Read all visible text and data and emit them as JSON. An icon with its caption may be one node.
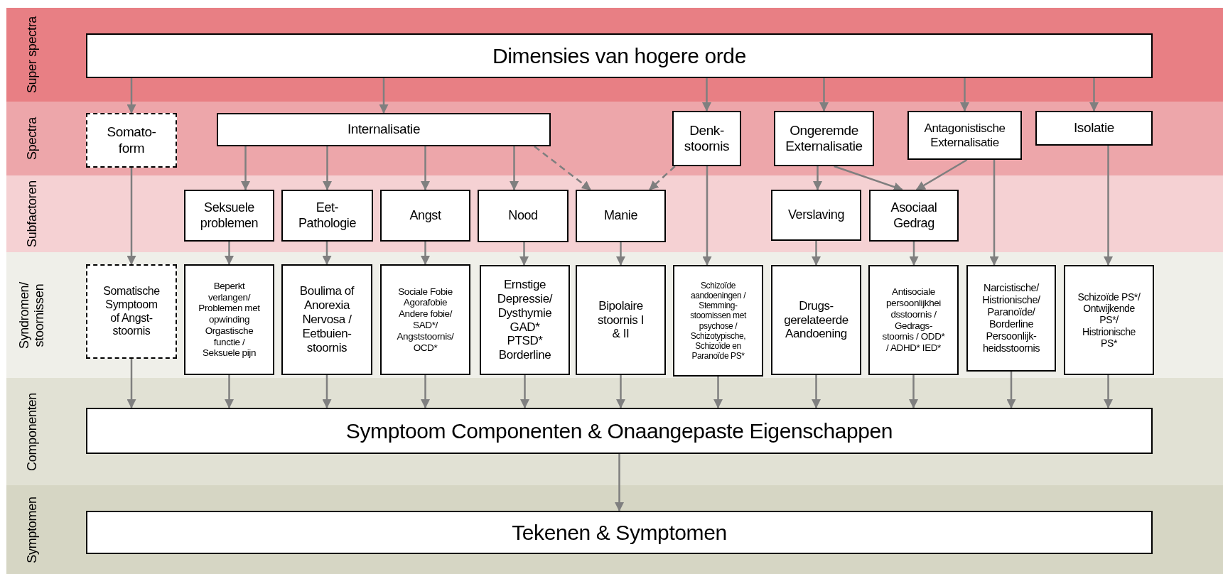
{
  "diagram": {
    "nodes": [
      {
        "text": [
          "Super spectra"
        ]
      },
      {
        "text": [
          "Dimensies van hogere orde"
        ],
        "in": 0
      },
      {
        "text": [
          "Spectra"
        ]
      },
      {
        "text": [
          "Somato- form"
        ],
        "in": 2
      },
      {
        "text": [
          "Internalisatie"
        ],
        "in": 2
      },
      {
        "text": [
          "Denk- stoornis"
        ],
        "in": 2
      },
      {
        "text": [
          "Ongeremde Externalisatie"
        ],
        "in": 2
      },
      {
        "text": [
          "Antagonistische Externalisatie"
        ],
        "in": 2
      },
      {
        "text": [
          "Isolatie"
        ],
        "in": 2
      },
      {
        "text": [
          "Subfactoren"
        ]
      },
      {
        "text": [
          "Seksuele problemen"
        ],
        "in": 9
      },
      {
        "text": [
          "Eet- Pathologie"
        ],
        "in": 9
      },
      {
        "text": [
          "Angst"
        ],
        "in": 9
      },
      {
        "text": [
          "Nood"
        ],
        "in": 9
      },
      {
        "text": [
          "Manie"
        ],
        "in": 9
      },
      {
        "text": [
          "Verslaving"
        ],
        "in": 9
      },
      {
        "text": [
          "Asociaal Gedrag"
        ],
        "in": 9
      },
      {
        "text": [
          "Syndromen/ stoornissen"
        ]
      },
      {
        "text": [
          "Somatische Symptoom of Angst- stoornis"
        ],
        "in": 17
      },
      {
        "text": [
          "Beperkt verlangen/ Problemen met opwinding Orgastische functie / Seksuele pijn"
        ],
        "in": 17
      },
      {
        "text": [
          "Boulima of Anorexia Nervosa / Eetbuien- stoornis"
        ],
        "in": 17
      },
      {
        "text": [
          "Sociale Fobie Agorafobie Andere fobie/ SAD*/ Angststoornis/ OCD*"
        ],
        "in": 17
      },
      {
        "text": [
          "Ernstige Depressie/ Dysthymie GAD* PTSD* Borderline"
        ],
        "in": 17
      },
      {
        "text": [
          "Bipolaire stoornis I & II"
        ],
        "in": 17
      },
      {
        "text": [
          "Schizoïde aandoeningen / Stemming- stoornissen met psychose / Schizotypische, Schizoïde en Paranoïde PS*"
        ],
        "in": 17
      },
      {
        "text": [
          "Drugs- gerelateerde Aandoening"
        ],
        "in": 17
      },
      {
        "text": [
          "Antisociale persoonlijkhei dsstoornis / Gedrags- stoornis / ODD* / ADHD* IED*"
        ],
        "in": 17
      },
      {
        "text": [
          "Narcistische/ Histrionische/ Paranoïde/ Borderline Persoonlijk- heidsstoornis"
        ],
        "in": 17
      },
      {
        "text": [
          "Schizoïde PS*/ Ontwijkende PS*/ Histrionische PS*"
        ],
        "in": 17
      },
      {
        "text": [
          "Componenten"
        ]
      },
      {
        "text": [
          "Symptoom Componenten & Onaangepaste Eigenschappen"
        ],
        "in": 29
      },
      {
        "text": [
          "Symptomen"
        ]
      },
      {
        "text": [
          "Tekenen & Symptomen"
        ],
        "in": 31
      }
    ],
    "edges": [
      {
        "from": 1,
        "to": 3,
        "arrow": "to"
      },
      {
        "from": 1,
        "to": 4,
        "arrow": "to"
      },
      {
        "from": 1,
        "to": 5,
        "arrow": "to"
      },
      {
        "from": 1,
        "to": 6,
        "arrow": "to"
      },
      {
        "from": 1,
        "to": 7,
        "arrow": "to"
      },
      {
        "from": 1,
        "to": 8,
        "arrow": "to"
      },
      {
        "from": 3,
        "to": 18,
        "arrow": "to"
      },
      {
        "from": 4,
        "to": 10,
        "arrow": "to"
      },
      {
        "from": 4,
        "to": 11,
        "arrow": "to"
      },
      {
        "from": 4,
        "to": 12,
        "arrow": "to"
      },
      {
        "from": 4,
        "to": 13,
        "arrow": "to"
      },
      {
        "from": 4,
        "to": 14,
        "arrow": "to",
        "style": "dashed"
      },
      {
        "from": 5,
        "to": 14,
        "arrow": "to",
        "style": "dashed"
      },
      {
        "from": 5,
        "to": 24,
        "arrow": "to"
      },
      {
        "from": 6,
        "to": 15,
        "arrow": "to"
      },
      {
        "from": 6,
        "to": 16,
        "arrow": "to"
      },
      {
        "from": 7,
        "to": 16,
        "arrow": "to"
      },
      {
        "from": 7,
        "to": 27,
        "arrow": "to"
      },
      {
        "from": 8,
        "to": 28,
        "arrow": "to"
      },
      {
        "from": 10,
        "to": 19,
        "arrow": "to"
      },
      {
        "from": 11,
        "to": 20,
        "arrow": "to"
      },
      {
        "from": 12,
        "to": 21,
        "arrow": "to"
      },
      {
        "from": 13,
        "to": 22,
        "arrow": "to"
      },
      {
        "from": 14,
        "to": 23,
        "arrow": "to"
      },
      {
        "from": 15,
        "to": 25,
        "arrow": "to"
      },
      {
        "from": 16,
        "to": 26,
        "arrow": "to"
      },
      {
        "from": 18,
        "to": 30,
        "arrow": "to"
      },
      {
        "from": 19,
        "to": 30,
        "arrow": "to"
      },
      {
        "from": 20,
        "to": 30,
        "arrow": "to"
      },
      {
        "from": 21,
        "to": 30,
        "arrow": "to"
      },
      {
        "from": 22,
        "to": 30,
        "arrow": "to"
      },
      {
        "from": 23,
        "to": 30,
        "arrow": "to"
      },
      {
        "from": 24,
        "to": 30,
        "arrow": "to"
      },
      {
        "from": 25,
        "to": 30,
        "arrow": "to"
      },
      {
        "from": 26,
        "to": 30,
        "arrow": "to"
      },
      {
        "from": 27,
        "to": 30,
        "arrow": "to"
      },
      {
        "from": 28,
        "to": 30,
        "arrow": "to"
      },
      {
        "from": 30,
        "to": 32,
        "arrow": "to"
      }
    ]
  }
}
